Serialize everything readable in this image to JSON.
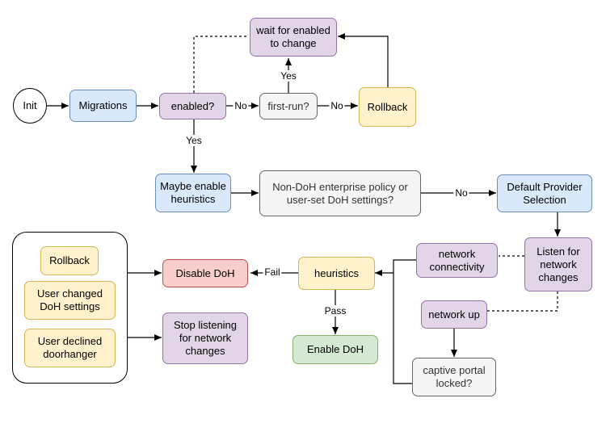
{
  "nodes": {
    "init": "Init",
    "migrations": "Migrations",
    "enabled": "enabled?",
    "first_run": "first-run?",
    "rollback_top": "Rollback",
    "wait_enabled": "wait for enabled\nto change",
    "maybe_enable": "Maybe enable\nheuristics",
    "policy": "Non-DoH enterprise policy or\nuser-set DoH settings?",
    "default_provider": "Default Provider\nSelection",
    "listen": "Listen for\nnetwork\nchanges",
    "network_connectivity": "network\nconnectivity",
    "network_up": "network up",
    "captive_portal": "captive portal\nlocked?",
    "heuristics": "heuristics",
    "enable_doh": "Enable DoH",
    "disable_doh": "Disable DoH",
    "stop_listening": "Stop listening\nfor network\nchanges",
    "group_rollback": "Rollback",
    "group_user_changed": "User changed\nDoH settings",
    "group_user_declined": "User declined\ndoorhanger"
  },
  "edge_labels": {
    "enabled_no": "No",
    "enabled_yes": "Yes",
    "first_run_no": "No",
    "first_run_yes": "Yes",
    "policy_no": "No",
    "heuristics_fail": "Fail",
    "heuristics_pass": "Pass"
  },
  "colors": {
    "blue_fill": "#dae8fc",
    "purple_fill": "#e1d5e7",
    "yellow_fill": "#fff2cc",
    "gray_fill": "#f5f5f5",
    "red_fill": "#f8cecc",
    "green_fill": "#d5e8d4"
  }
}
